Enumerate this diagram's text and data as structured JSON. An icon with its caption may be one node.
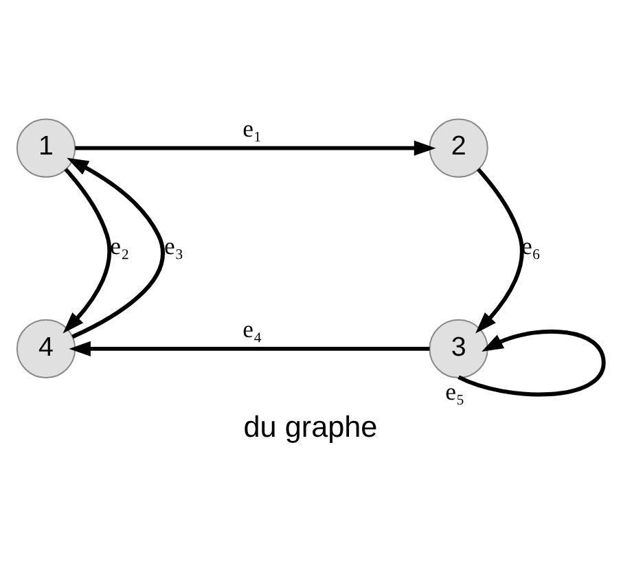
{
  "diagram": {
    "caption": "du graphe",
    "nodes": [
      {
        "text": [
          "1"
        ]
      },
      {
        "text": [
          "2"
        ]
      },
      {
        "text": [
          "3"
        ]
      },
      {
        "text": [
          "4"
        ]
      }
    ],
    "edges": [
      {
        "from": 0,
        "to": 1,
        "arrow": "to",
        "label": "e₁"
      },
      {
        "from": 0,
        "to": 3,
        "arrow": "to",
        "label": "e₂"
      },
      {
        "from": 3,
        "to": 0,
        "arrow": "to",
        "label": "e₃"
      },
      {
        "from": 2,
        "to": 3,
        "arrow": "to",
        "label": "e₄"
      },
      {
        "from": 2,
        "to": 2,
        "arrow": "to",
        "label": "e₅"
      },
      {
        "from": 1,
        "to": 2,
        "arrow": "to",
        "label": "e₆"
      }
    ]
  }
}
